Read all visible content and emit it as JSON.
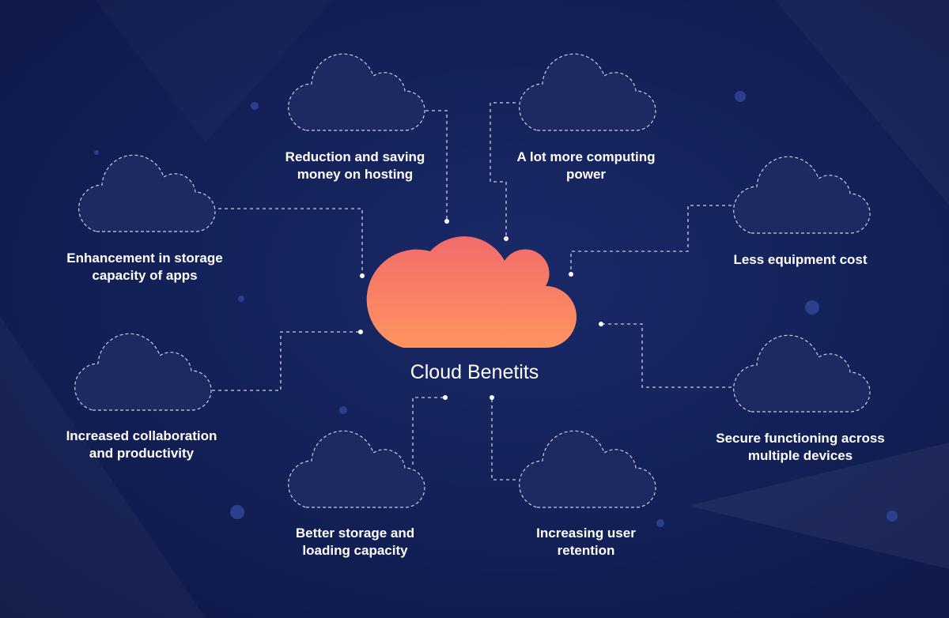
{
  "diagram": {
    "title": "Cloud Benetits",
    "benefits": [
      {
        "id": "hosting",
        "line1": "Reduction and saving",
        "line2": "money on hosting"
      },
      {
        "id": "computing",
        "line1": "A lot more computing",
        "line2": "power"
      },
      {
        "id": "storage-apps",
        "line1": "Enhancement in storage",
        "line2": "capacity of apps"
      },
      {
        "id": "equipment",
        "line1": "Less equipment cost",
        "line2": ""
      },
      {
        "id": "collaboration",
        "line1": "Increased collaboration",
        "line2": "and productivity"
      },
      {
        "id": "devices",
        "line1": "Secure functioning across",
        "line2": "multiple devices"
      },
      {
        "id": "loading",
        "line1": "Better storage and",
        "line2": "loading capacity"
      },
      {
        "id": "retention",
        "line1": "Increasing user",
        "line2": "retention"
      }
    ]
  },
  "colors": {
    "background": "#142159",
    "cloud_gradient_top": "#f26b6b",
    "cloud_gradient_bottom": "#ff9460",
    "connector": "#c9cde0",
    "outline_cloud_fill": "#1d2a62"
  },
  "icons": {
    "center": "cloud-icon",
    "benefit": "cloud-outline-icon"
  }
}
